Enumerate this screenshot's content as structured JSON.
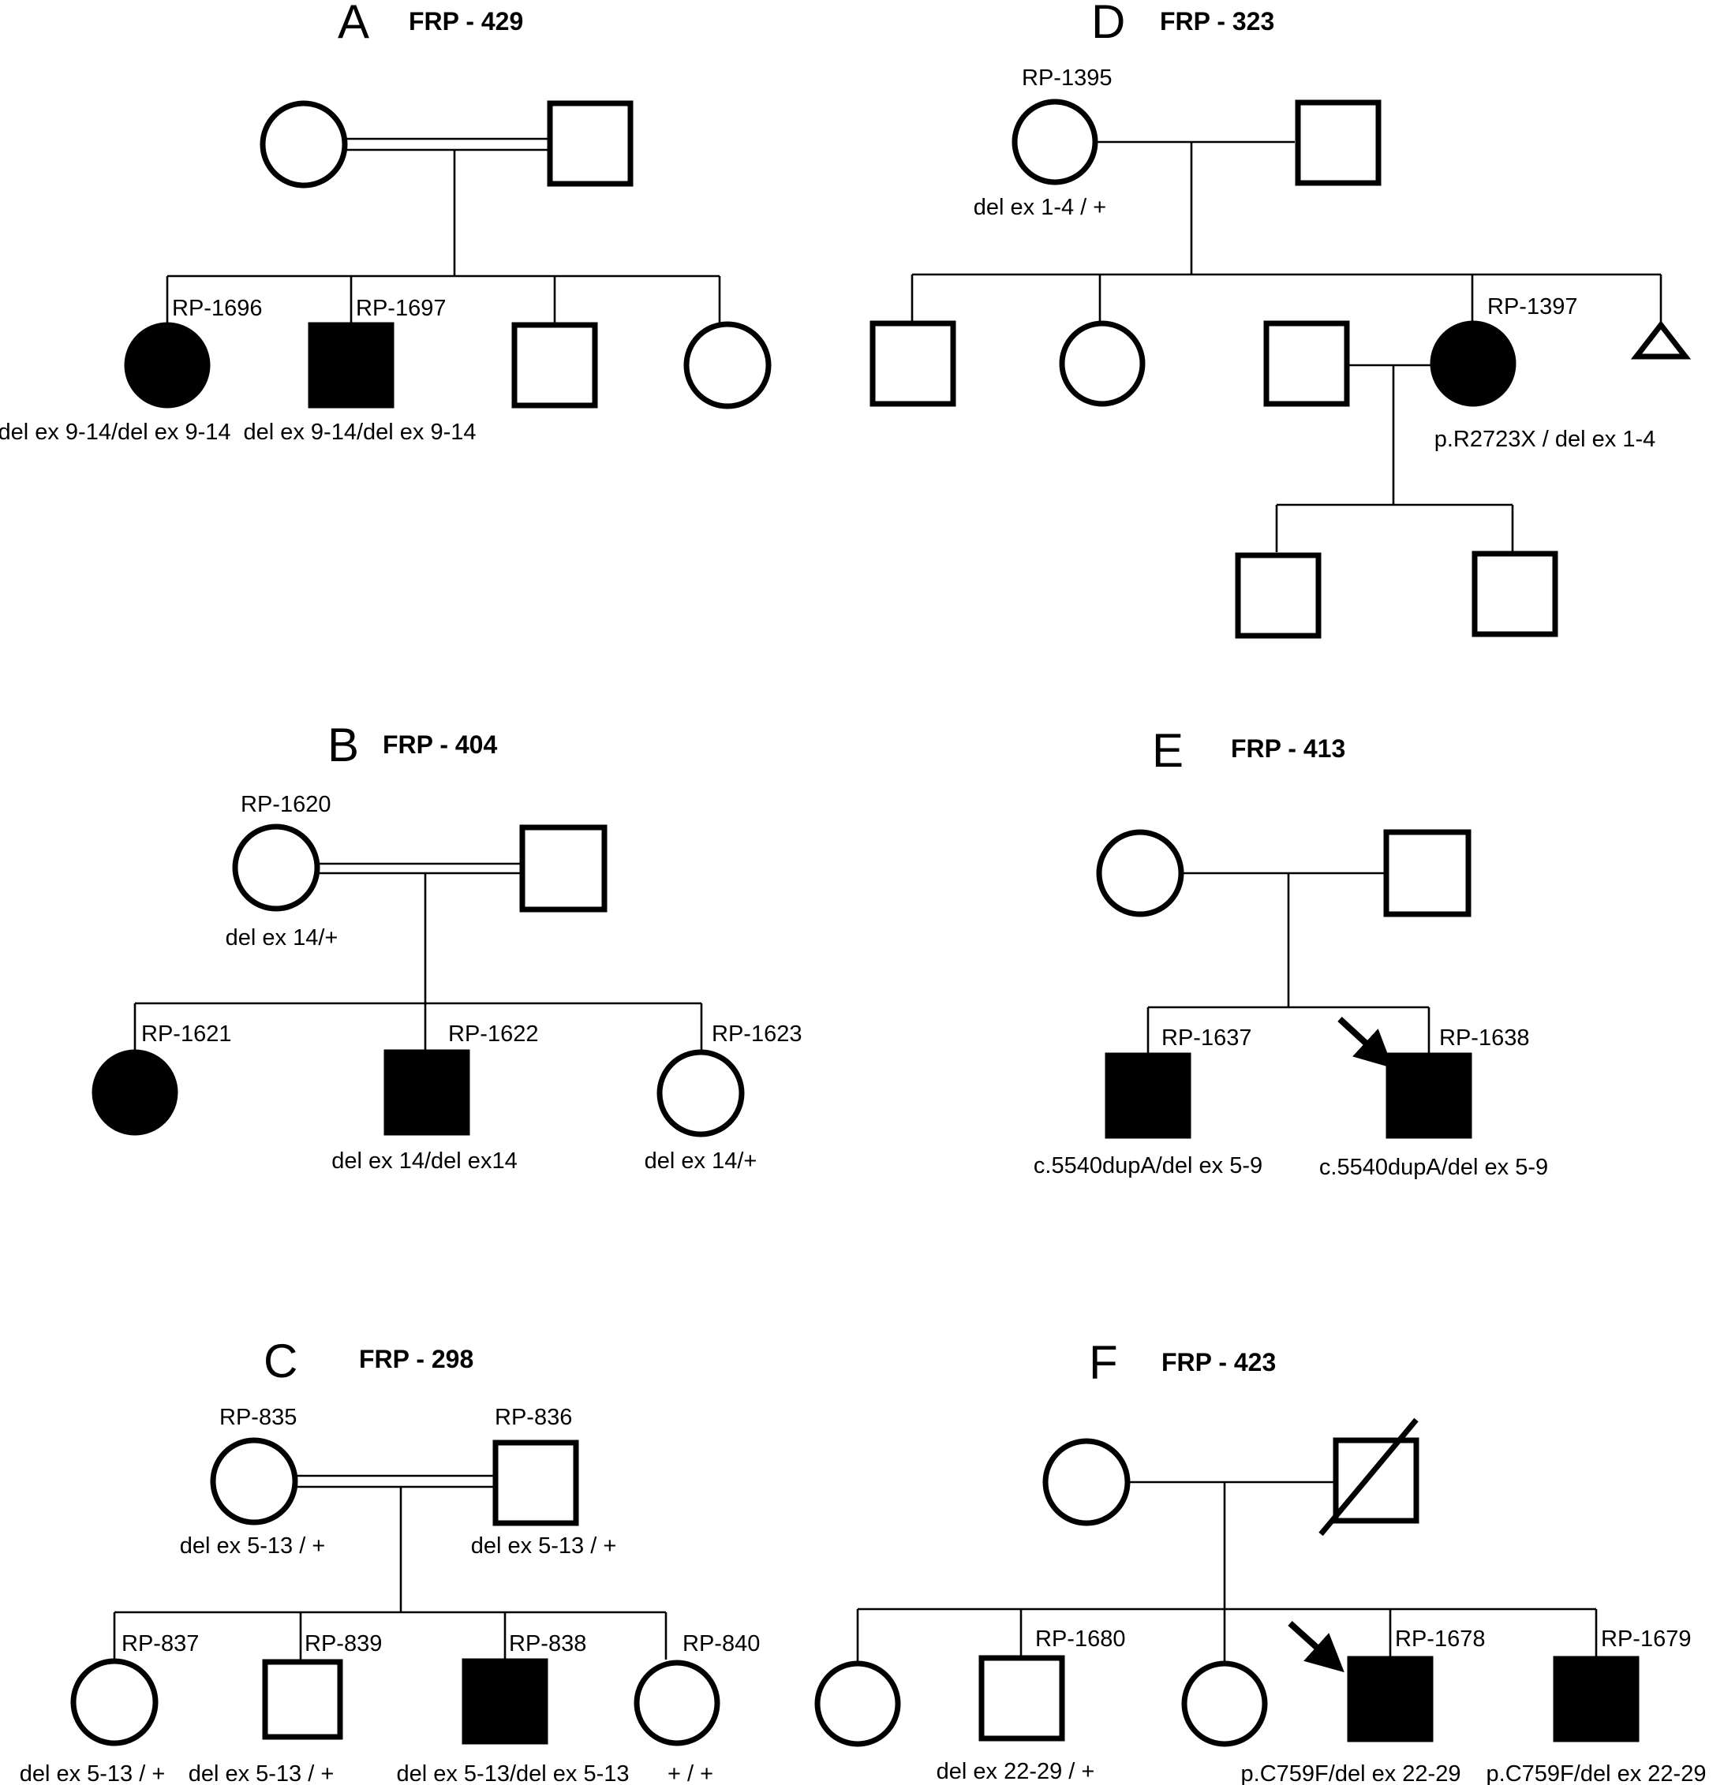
{
  "panels": {
    "A": {
      "letter": "A",
      "family": "FRP - 429",
      "mother": {
        "sex": "female",
        "affected": false
      },
      "father": {
        "sex": "male",
        "affected": false
      },
      "consanguineous": true,
      "children": [
        {
          "id": "RP-1696",
          "sex": "female",
          "affected": true,
          "genotype": "del ex 9-14/del ex 9-14"
        },
        {
          "id": "RP-1697",
          "sex": "male",
          "affected": true,
          "genotype": "del ex 9-14/del ex 9-14"
        },
        {
          "sex": "male",
          "affected": false
        },
        {
          "sex": "female",
          "affected": false
        }
      ]
    },
    "B": {
      "letter": "B",
      "family": "FRP - 404",
      "mother": {
        "id": "RP-1620",
        "sex": "female",
        "affected": false,
        "genotype": "del ex 14/+"
      },
      "father": {
        "sex": "male",
        "affected": false
      },
      "consanguineous": true,
      "children": [
        {
          "id": "RP-1621",
          "sex": "female",
          "affected": true
        },
        {
          "id": "RP-1622",
          "sex": "male",
          "affected": true,
          "genotype": "del ex 14/del ex14"
        },
        {
          "id": "RP-1623",
          "sex": "female",
          "affected": false,
          "genotype": "del ex 14/+"
        }
      ]
    },
    "C": {
      "letter": "C",
      "family": "FRP - 298",
      "mother": {
        "id": "RP-835",
        "sex": "female",
        "affected": false,
        "genotype": "del ex 5-13 / +"
      },
      "father": {
        "id": "RP-836",
        "sex": "male",
        "affected": false,
        "genotype": "del ex 5-13 / +"
      },
      "consanguineous": true,
      "children": [
        {
          "id": "RP-837",
          "sex": "female",
          "affected": false,
          "genotype": "del ex 5-13 / +"
        },
        {
          "id": "RP-839",
          "sex": "male",
          "affected": false,
          "genotype": "del ex 5-13 / +"
        },
        {
          "id": "RP-838",
          "sex": "male",
          "affected": true,
          "genotype": "del ex 5-13/del ex 5-13"
        },
        {
          "id": "RP-840",
          "sex": "female",
          "affected": false,
          "genotype": "+ / +"
        }
      ]
    },
    "D": {
      "letter": "D",
      "family": "FRP - 323",
      "mother": {
        "id": "RP-1395",
        "sex": "female",
        "affected": false,
        "genotype": "del ex 1-4 / +"
      },
      "father": {
        "sex": "male",
        "affected": false
      },
      "consanguineous": false,
      "children": [
        {
          "sex": "male",
          "affected": false
        },
        {
          "sex": "female",
          "affected": false
        },
        {
          "sex": "male",
          "affected": false,
          "role": "spouse"
        },
        {
          "id": "RP-1397",
          "sex": "female",
          "affected": true,
          "genotype": "p.R2723X / del ex 1-4"
        },
        {
          "sex": "miscarriage",
          "affected": false
        }
      ],
      "grandchildren": [
        {
          "sex": "male",
          "affected": false
        },
        {
          "sex": "male",
          "affected": false
        }
      ]
    },
    "E": {
      "letter": "E",
      "family": "FRP - 413",
      "mother": {
        "sex": "female",
        "affected": false
      },
      "father": {
        "sex": "male",
        "affected": false
      },
      "consanguineous": false,
      "children": [
        {
          "id": "RP-1637",
          "sex": "male",
          "affected": true,
          "genotype": "c.5540dupA/del ex 5-9"
        },
        {
          "id": "RP-1638",
          "sex": "male",
          "affected": true,
          "proband": true,
          "genotype": "c.5540dupA/del ex 5-9"
        }
      ]
    },
    "F": {
      "letter": "F",
      "family": "FRP - 423",
      "mother": {
        "sex": "female",
        "affected": false
      },
      "father": {
        "sex": "male",
        "affected": false,
        "deceased": true
      },
      "consanguineous": false,
      "children": [
        {
          "sex": "female",
          "affected": false
        },
        {
          "id": "RP-1680",
          "sex": "male",
          "affected": false,
          "genotype": "del ex 22-29 / +"
        },
        {
          "sex": "female",
          "affected": false
        },
        {
          "id": "RP-1678",
          "sex": "male",
          "affected": true,
          "proband": true,
          "genotype": "p.C759F/del ex 22-29"
        },
        {
          "id": "RP-1679",
          "sex": "male",
          "affected": true,
          "genotype": "p.C759F/del ex 22-29"
        }
      ]
    }
  }
}
